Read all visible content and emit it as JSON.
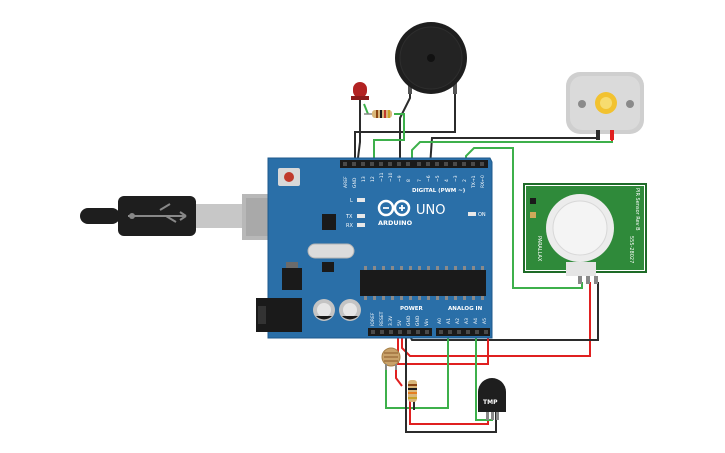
{
  "arduino": {
    "brand": "ARDUINO",
    "model": "UNO",
    "digital_label": "DIGITAL (PWM ~)",
    "power_label": "POWER",
    "analog_label": "ANALOG IN",
    "on_label": "ON",
    "led_l": "L",
    "led_tx": "TX",
    "led_rx": "RX",
    "digital_pins": [
      "AREF",
      "GND",
      "13",
      "12",
      "~11",
      "~10",
      "~9",
      "8",
      "7",
      "~6",
      "~5",
      "4",
      "~3",
      "2",
      "TX→1",
      "RX←0"
    ],
    "power_pins": [
      "IOREF",
      "RESET",
      "3.3V",
      "5V",
      "GND",
      "GND",
      "Vin"
    ],
    "analog_pins": [
      "A0",
      "A1",
      "A2",
      "A3",
      "A4",
      "A5"
    ]
  },
  "pir": {
    "top_text": "PIR Sensor Rev B",
    "side_text": "PARALLAX",
    "part_no": "555-28027"
  },
  "temp_sensor": {
    "label": "TMP"
  },
  "colors": {
    "board": "#2a6fa8",
    "wire_green": "#3db04b",
    "wire_red": "#e02020",
    "wire_black": "#2b2b2b",
    "pcb_green": "#2f8a3a",
    "header": "#1a1a1a"
  },
  "icons": [
    "usb-cable-icon",
    "arduino-logo-icon",
    "buzzer-icon",
    "led-icon",
    "dc-motor-icon",
    "pir-sensor-icon",
    "photoresistor-icon",
    "temperature-sensor-icon",
    "resistor-icon"
  ]
}
